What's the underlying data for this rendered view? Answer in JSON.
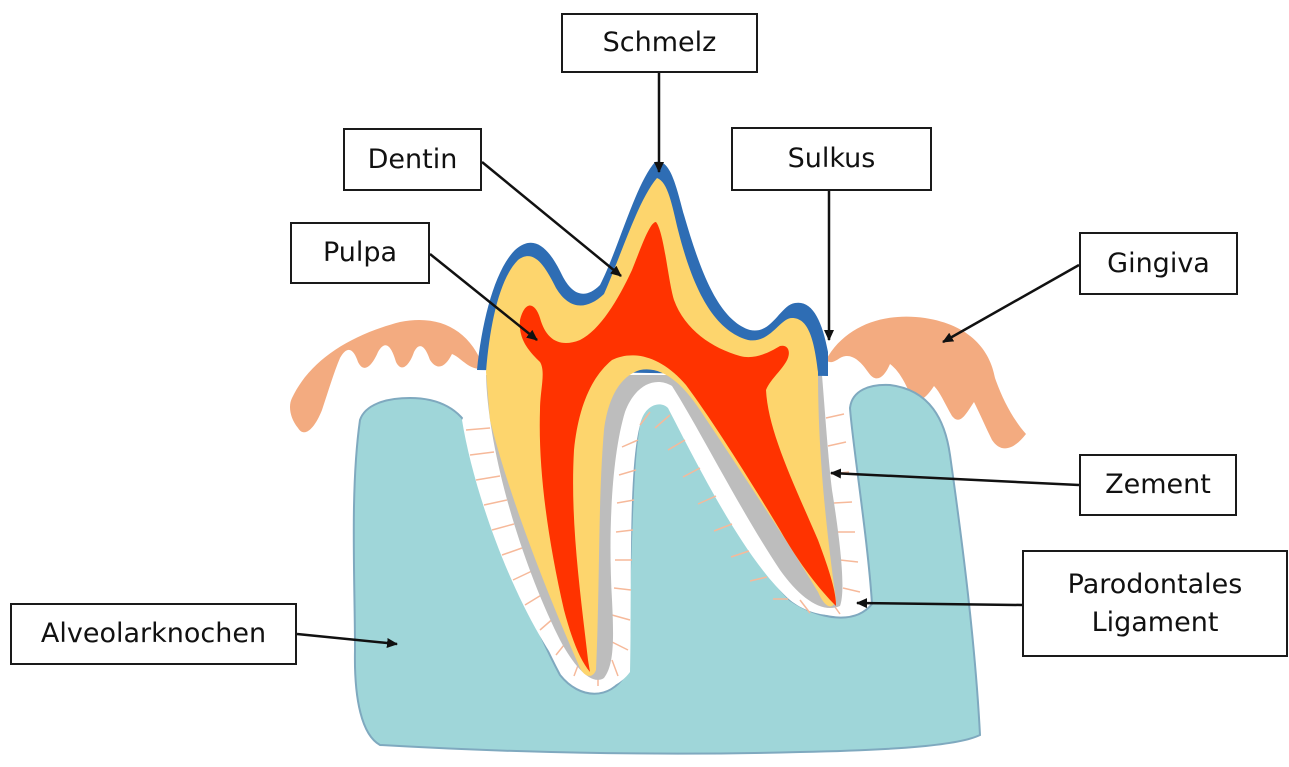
{
  "labels": {
    "schmelz": "Schmelz",
    "dentin": "Dentin",
    "sulkus": "Sulkus",
    "pulpa": "Pulpa",
    "gingiva": "Gingiva",
    "zement": "Zement",
    "parodontales_line1": "Parodontales",
    "parodontales_line2": "Ligament",
    "alveolarknochen": "Alveolarknochen"
  },
  "colors": {
    "enamel": "#2e6db4",
    "dentin": "#fdd56d",
    "pulp": "#ff3300",
    "cementum": "#bdbdbd",
    "gingiva": "#f3ab80",
    "bone": "#9fd6d9",
    "bone_outline": "#7fa9bf",
    "ligament_fibers": "#f6b99a",
    "outline": "#1a1a1a"
  }
}
